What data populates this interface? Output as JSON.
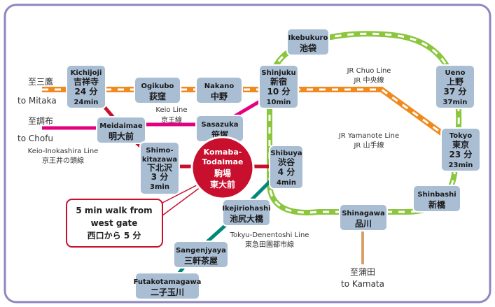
{
  "stations": [
    {
      "id": "kichijoji",
      "lines": [
        "Kichijoji",
        "吉祥寺",
        "24 分",
        "24min"
      ]
    },
    {
      "id": "ogikubo",
      "lines": [
        "Ogikubo",
        "荻窪"
      ]
    },
    {
      "id": "nakano",
      "lines": [
        "Nakano",
        "中野"
      ]
    },
    {
      "id": "shinjuku",
      "lines": [
        "Shinjuku",
        "新宿",
        "10 分",
        "10min"
      ]
    },
    {
      "id": "ikebukuro",
      "lines": [
        "Ikebukuro",
        "池袋"
      ]
    },
    {
      "id": "ueno",
      "lines": [
        "Ueno",
        "上野",
        "37 分",
        "37min"
      ]
    },
    {
      "id": "tokyo",
      "lines": [
        "Tokyo",
        "東京",
        "23 分",
        "23min"
      ]
    },
    {
      "id": "shinbashi",
      "lines": [
        "Shinbashi",
        "新橋"
      ]
    },
    {
      "id": "shinagawa",
      "lines": [
        "Shinagawa",
        "品川"
      ]
    },
    {
      "id": "shibuya",
      "lines": [
        "Shibuya",
        "渋谷",
        "4 分",
        "4min"
      ]
    },
    {
      "id": "ikejiriohashi",
      "lines": [
        "Ikejiriohashi",
        "池尻大橋"
      ]
    },
    {
      "id": "sangenjaya",
      "lines": [
        "Sangenjyaya",
        "三軒茶屋"
      ]
    },
    {
      "id": "futakotamagawa",
      "lines": [
        "Futakotamagawa",
        "二子玉川"
      ]
    },
    {
      "id": "sasazuka",
      "lines": [
        "Sasazuka",
        "笹塚"
      ]
    },
    {
      "id": "meidaimae",
      "lines": [
        "Meidaimae",
        "明大前"
      ]
    },
    {
      "id": "shimokitazawa",
      "lines": [
        "Shimo-",
        "kitazawa",
        "下北沢",
        "3 分",
        "3min"
      ]
    }
  ],
  "destination": {
    "lines": [
      "Komaba-",
      "Todaimae",
      "駒場",
      "東大前"
    ]
  },
  "callout": {
    "lines": [
      "5 min walk from",
      "west gate",
      "西口から 5 分"
    ]
  },
  "labels": [
    {
      "id": "mitaka-jp",
      "text": "至三鷹"
    },
    {
      "id": "mitaka-en",
      "text": "to Mitaka"
    },
    {
      "id": "chofu-jp",
      "text": "至調布"
    },
    {
      "id": "chofu-en",
      "text": "to Chofu"
    },
    {
      "id": "keio-en",
      "text": "Keio Line"
    },
    {
      "id": "keio-jp",
      "text": "京王線"
    },
    {
      "id": "inokashira-en",
      "text": "Keio-Inokashira Line"
    },
    {
      "id": "inokashira-jp",
      "text": "京王井の頭線"
    },
    {
      "id": "chuo-en",
      "text": "JR Chuo Line"
    },
    {
      "id": "chuo-jp",
      "text": "JR 中央線"
    },
    {
      "id": "yamanote-en",
      "text": "JR Yamanote Line"
    },
    {
      "id": "yamanote-jp",
      "text": "JR 山手線"
    },
    {
      "id": "denentoshi-en",
      "text": "Tokyu-Denentoshi Line"
    },
    {
      "id": "denentoshi-jp",
      "text": "東急田園都市線"
    },
    {
      "id": "kamata-jp",
      "text": "至蒲田"
    },
    {
      "id": "kamata-en",
      "text": "to Kamata"
    }
  ],
  "colors": {
    "chuo": "#f08a1e",
    "yamanote": "#8cc63f",
    "keio": "#e4007f",
    "inokashira": "#c8102e",
    "denentoshi": "#00887a",
    "keikyu": "#d9a066",
    "station_fill": "#a9bdd3",
    "destination_fill": "#c8102e",
    "frame": "#8e86c2"
  }
}
